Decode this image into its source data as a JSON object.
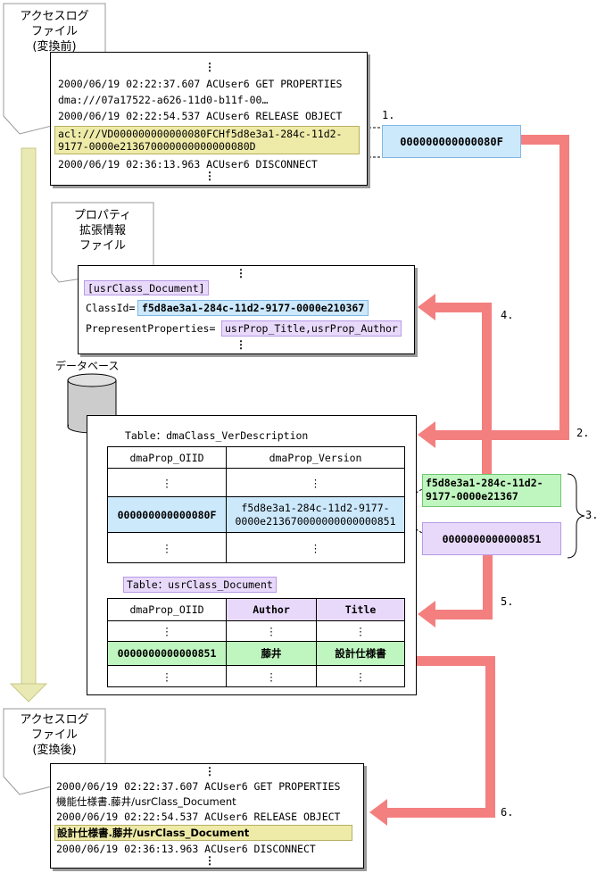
{
  "before_file": {
    "label_lines": [
      "アクセスログ",
      "ファイル",
      "(変換前)"
    ],
    "lines": [
      "2000/06/19 02:22:37.607 ACUser6  GET PROPERTIES",
      "dma:///07a17522-a626-11d0-b11f-00…",
      "2000/06/19 02:22:54.537 ACUser6  RELEASE OBJECT"
    ],
    "acl_lines": [
      "acl:///VD000000000000080FCHf5d8e3a1-284c-11d2-",
      "9177-0000e213670000000000000080D"
    ],
    "last_line": "2000/06/19 02:36:13.963 ACUser6  DISCONNECT"
  },
  "extracted_oiid": "000000000000080F",
  "prop_file": {
    "label_lines": [
      "プロパティ",
      "拡張情報",
      "ファイル"
    ],
    "section": "[usrClass_Document]",
    "classid_key": "ClassId=",
    "classid_value": "f5d8ae3a1-284c-11d2-9177-0000e210367",
    "present_key": "PrepresentProperties=",
    "present_value": "usrProp_Title,usrProp_Author"
  },
  "database_label": "データベース",
  "table1": {
    "title": "Table：dmaClass_VerDescription",
    "headers": [
      "dmaProp_OIID",
      "dmaProp_Version"
    ],
    "row_oiid": "000000000000080F",
    "row_version": [
      "f5d8e3a1-284c-11d2-9177-",
      "0000e213670000000000000851"
    ]
  },
  "split_class": [
    "f5d8e3a1-284c-11d2-",
    "9177-0000e21367"
  ],
  "split_version": "0000000000000851",
  "table2": {
    "title": "Table：usrClass_Document",
    "headers": [
      "dmaProp_OIID",
      "Author",
      "Title"
    ],
    "row": [
      "0000000000000851",
      "藤井",
      "設計仕様書"
    ]
  },
  "after_file": {
    "label_lines": [
      "アクセスログ",
      "ファイル",
      "(変換後)"
    ],
    "lines": [
      "2000/06/19 02:22:37.607 ACUser6  GET PROPERTIES",
      "機能仕様書.藤井/usrClass_Document",
      "2000/06/19 02:22:54.537 ACUser6  RELEASE OBJECT"
    ],
    "highlight": "設計仕様書.藤井/usrClass_Document",
    "last_line": "2000/06/19 02:36:13.963 ACUser6  DISCONNECT"
  },
  "dots": "⋮",
  "steps": [
    "1.",
    "2.",
    "3.",
    "4.",
    "5.",
    "6."
  ],
  "colors": {
    "arrow": "#f47f7f",
    "flow_arrow": "#e9e9b4",
    "yellow": "#eeeaa8",
    "blue": "#cce8fb",
    "green": "#bff5bf",
    "purple": "#e8d9fb"
  }
}
